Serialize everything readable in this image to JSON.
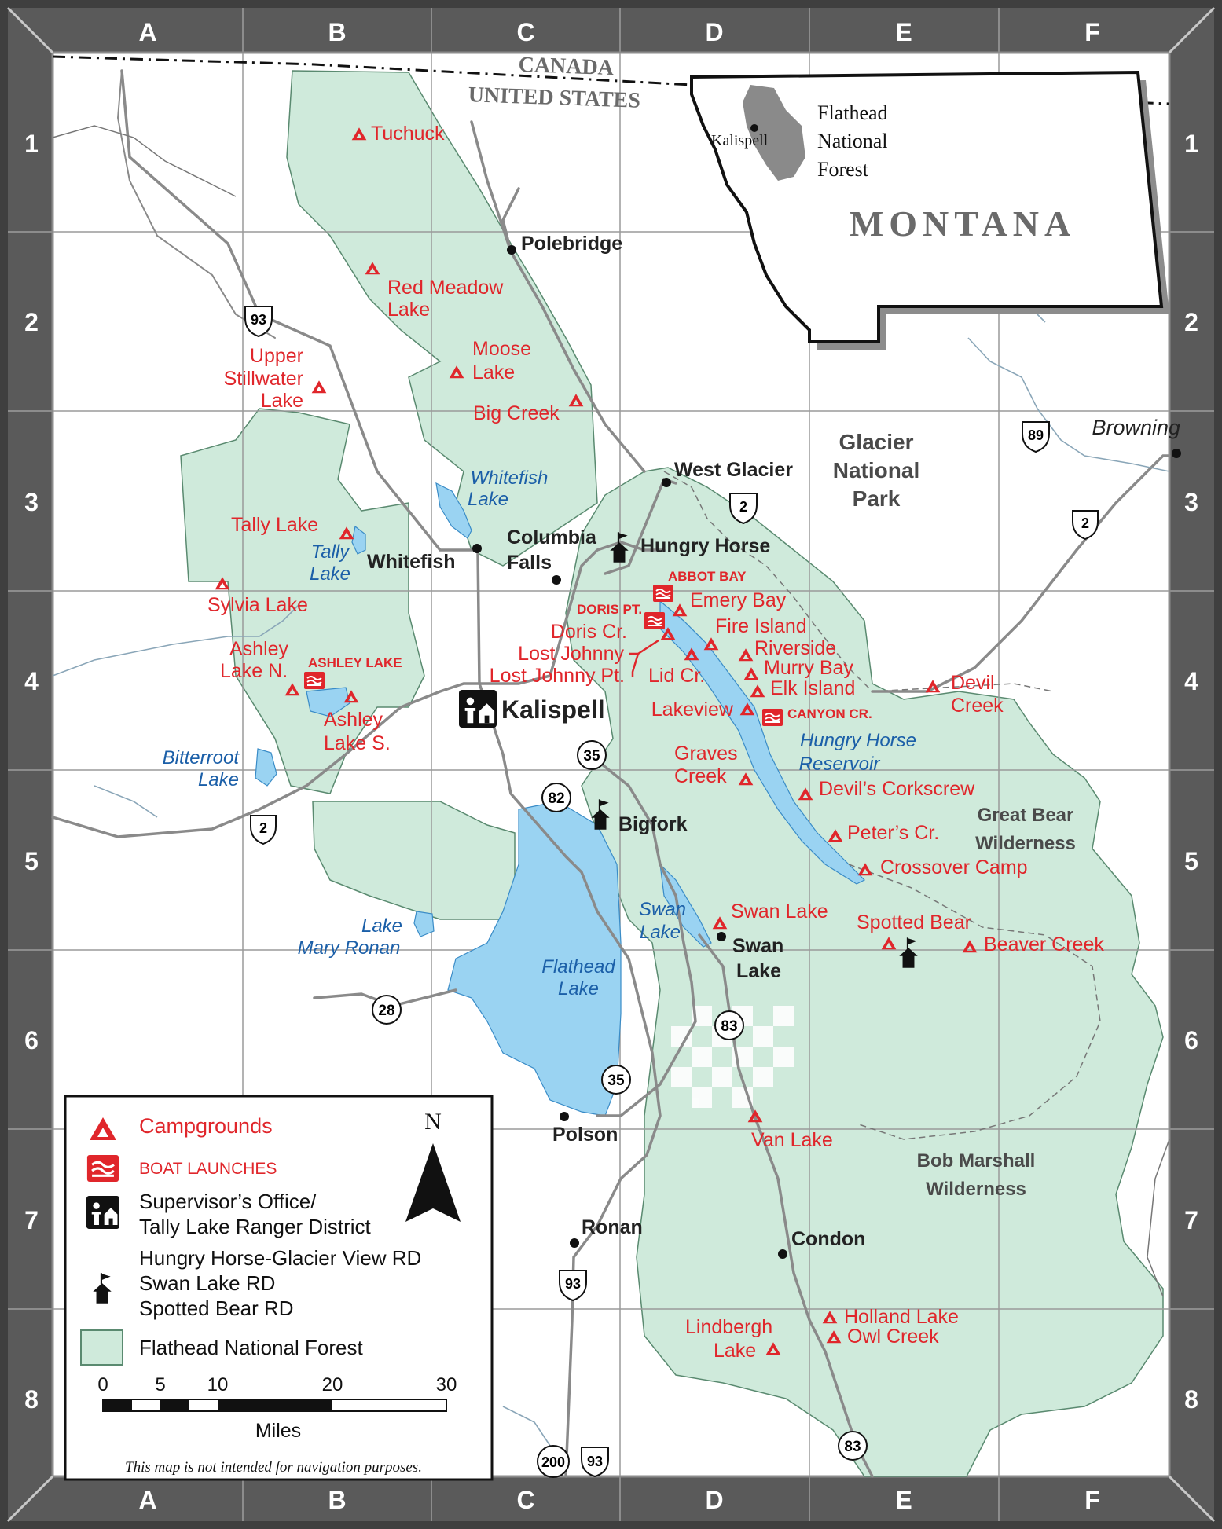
{
  "columns": [
    "A",
    "B",
    "C",
    "D",
    "E",
    "F"
  ],
  "rows": [
    "1",
    "2",
    "3",
    "4",
    "5",
    "6",
    "7",
    "8"
  ],
  "colors": {
    "frame": "#5a5a5a",
    "forest": "#cfeadb",
    "water": "#9ad3f2",
    "campground": "#e0262b",
    "place": "#222222",
    "waterLabel": "#1b5fa8",
    "road": "#8a8a8a"
  },
  "border": {
    "canada": "CANADA",
    "us": "UNITED STATES"
  },
  "inset": {
    "state": "MONTANA",
    "city": "Kalispell",
    "forest": [
      "Flathead",
      "National",
      "Forest"
    ]
  },
  "areas": {
    "glacier": [
      "Glacier",
      "National",
      "Park"
    ],
    "greatbear": [
      "Great Bear",
      "Wilderness"
    ],
    "bobmarshall": [
      "Bob Marshall",
      "Wilderness"
    ]
  },
  "towns": {
    "polebridge": "Polebridge",
    "westglacier": "West Glacier",
    "hungryhorse": "Hungry Horse",
    "columbiafalls": [
      "Columbia",
      "Falls"
    ],
    "whitefish": "Whitefish",
    "kalispell": "Kalispell",
    "bigfork": "Bigfork",
    "swanlake": [
      "Swan",
      "Lake"
    ],
    "polson": "Polson",
    "ronan": "Ronan",
    "condon": "Condon",
    "browning": "Browning"
  },
  "campgrounds": {
    "tuchuck": "Tuchuck",
    "redmeadow": [
      "Red Meadow",
      "Lake"
    ],
    "moose": [
      "Moose",
      "Lake"
    ],
    "upperstillwater": [
      "Upper",
      "Stillwater",
      "Lake"
    ],
    "bigcreek": "Big Creek",
    "tallylake": "Tally Lake",
    "sylvia": "Sylvia Lake",
    "ashleyn": [
      "Ashley",
      "Lake N."
    ],
    "ashleys": [
      "Ashley",
      "Lake S."
    ],
    "emerybay": "Emery Bay",
    "doriscr": "Doris Cr.",
    "fireisland": "Fire Island",
    "lostjohnny": "Lost Johnny",
    "lostjohnnypt": "Lost Johnny Pt.",
    "lidcr": "Lid Cr.",
    "riverside": "Riverside",
    "murrybay": "Murry Bay",
    "elkisland": "Elk Island",
    "lakeview": "Lakeview",
    "gravescreek": [
      "Graves",
      "Creek"
    ],
    "devilscorkscrew": "Devil’s Corkscrew",
    "peterscr": "Peter’s Cr.",
    "crossover": "Crossover Camp",
    "devilcreek": [
      "Devil",
      "Creek"
    ],
    "swanlake": "Swan Lake",
    "spottedbear": "Spotted Bear",
    "beavercreek": "Beaver Creek",
    "vanlake": "Van Lake",
    "hollandlake": "Holland Lake",
    "owlcreek": "Owl Creek",
    "lindbergh": [
      "Lindbergh",
      "Lake"
    ]
  },
  "boatLaunches": {
    "abbotbay": "ABBOT BAY",
    "dorispt": "DORIS PT.",
    "ashleylake": "ASHLEY LAKE",
    "canyoncr": "CANYON CR."
  },
  "waterLabels": {
    "whitefishlake": [
      "Whitefish",
      "Lake"
    ],
    "tallylake": [
      "Tally",
      "Lake"
    ],
    "bitterroot": [
      "Bitterroot",
      "Lake"
    ],
    "hungryhorse": [
      "Hungry Horse",
      "Reservoir"
    ],
    "swanlake": [
      "Swan",
      "Lake"
    ],
    "flathead": [
      "Flathead",
      "Lake"
    ],
    "maryronan": [
      "Lake",
      "Mary Ronan"
    ]
  },
  "highways": [
    "93",
    "2",
    "35",
    "82",
    "89",
    "2",
    "2",
    "28",
    "83",
    "35",
    "93",
    "200",
    "93",
    "83"
  ],
  "legend": {
    "campgrounds": "Campgrounds",
    "boatlaunches": "BOAT LAUNCHES",
    "supervisor": [
      "Supervisor’s Office/",
      "Tally Lake Ranger District"
    ],
    "rangerdistricts": [
      "Hungry Horse-Glacier View RD",
      "Swan Lake RD",
      "Spotted Bear RD"
    ],
    "forest": "Flathead National Forest",
    "north": "N",
    "scaleTicks": [
      "0",
      "5",
      "10",
      "20",
      "30"
    ],
    "scaleUnit": "Miles",
    "disclaimer": "This map is not intended for navigation purposes."
  }
}
